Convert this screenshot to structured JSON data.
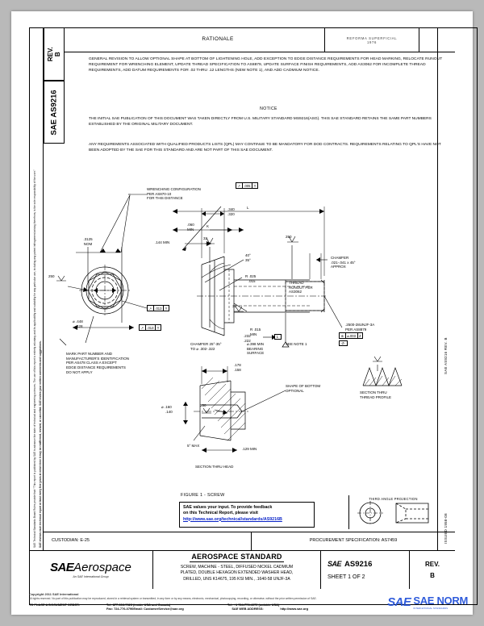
{
  "document": {
    "rev_label": "REV.",
    "rev_value": "B",
    "doc_number_vertical": "SAE AS9216",
    "rationale_heading": "RATIONALE",
    "stamp_line1": "REFORMA SUPERFICIAL",
    "stamp_line2": "1976",
    "rationale_text": "GENERAL REVISION TO ALLOW OPTIONAL SHAPE AT BOTTOM OF LIGHTENING HOLE, ADD EXCEPTION TO EDGE DISTANCE REQUIREMENTS FOR HEAD MARKING, RELOCATE RUNOUT REQUIREMENT FOR WRENCHING ELEMENT, UPDATE THREAD SPECIFICATION TO AS8879, UPDATE SURFACE FINISH REQUIREMENTS, ADD AS3062 FOR INCOMPLETE THREAD REQUIREMENTS, ADD DATUM REQUIREMENTS FOR .02 THRU .12 LENGTHS (NEW NOTE 1), AND ADD CADMIUM NOTICE.",
    "notice_heading": "NOTICE",
    "notice_paragraph_1": "THE INITIAL SAE PUBLICATION OF THIS DOCUMENT WAS TAKEN DIRECTLY FROM U.S. MILITARY STANDARD MS9216(ASG). THIS SAE STANDARD RETAINS THE SAME PART NUMBERS ESTABLISHED BY THE ORIGINAL MILITARY DOCUMENT.",
    "notice_paragraph_2": "ANY REQUIREMENTS ASSOCIATED WITH QUALIFIED PRODUCTS LISTS (QPL) MAY CONTINUE TO BE MANDATORY FOR DOD CONTRACTS. REQUIREMENTS RELATING TO QPL'S HAVE NOT BEEN ADOPTED BY THE SAE FOR THIS STANDARD AND ARE NOT PART OF THIS SAE DOCUMENT."
  },
  "side_legal": {
    "left_line_1": "SAE Technical Standards Board Rules provide that: \"This report is published by SAE to advance the state of technical and engineering sciences. The use of this report is entirely voluntary, and its applicability and suitability for any particular use, including any patent infringement arising therefrom, is the sole responsibility of the user.\"",
    "left_line_2": "SAE reviews each technical report at least every five years at which time it may be reaffirmed, revised, or cancelled. SAE invites your written comments and suggestions.",
    "right_line_1": "SAE AS9216 REV. B",
    "right_line_2": "ISSUED 1958-08"
  },
  "drawing": {
    "figure_caption": "FIGURE 1 - SCREW",
    "labels": {
      "wrenching_note": "WRENCHING CONFIGURATION\nPER AS870-10\nFOR THIS DISTANCE",
      "dia_3125": ".3125\nNOM",
      "surface_250_left": "250",
      "surface_32_top": "32",
      "surface_250_right": "250",
      "surface_32_mid": "32",
      "dim_340_320": ".340\n.320",
      "dim_060_min": ".060\nMIN",
      "dim_144_min": ".144 MIN",
      "dim_K": "K",
      "dim_L": "L",
      "angle_40_35": "40°\n35°",
      "radius_025_015": "R .025\n   .015",
      "thread_runout": "THREAD\nRUNOUT PER\nAS3062",
      "chamfer_right": "CHAMFER\n.021-.041 x 45°\nAPPROX",
      "thread_spec": ".2500-28UNJF-3A\nPER AS8879",
      "datum_z": "-Z-",
      "fcf_pos_z": [
        "⌖",
        "⌀.003",
        "Z"
      ],
      "fcf_runout_y_1": [
        "↗",
        ".013",
        "Y"
      ],
      "fcf_runout_y_2": [
        "↗",
        ".013",
        "Y"
      ],
      "fcf_top_y": [
        "↗",
        ".005",
        "Y"
      ],
      "dim_448_428": "⌀ .448\n   .428",
      "chamfer_left": "CHAMFER 25°-35°\nTO ⌀ .302-.322",
      "radius_r015": "R .015\nMIN",
      "bearing_surface": "⌀.398 MIN\nBEARING\nSURFACE",
      "mark_note": "MARK PART NUMBER AND\nMANUFACTURER'S IDENTIFICATION\nPER AS478 CLASS A EXCEPT\nEDGE DISTANCE REQUIREMENTS\nDO NOT APPLY",
      "see_note_1": "SEE NOTE 1",
      "note_flag_1": "1",
      "dim_232_222": ".232\n.222",
      "dim_178_158": ".178\n.158",
      "shape_of_bottom": "SHAPE OF BOTTOM\nOPTIONAL",
      "dim_160_140": "⌀ .160\n    .140",
      "angle_5_max": "5° MAX",
      "dim_129_min": ".129 MIN",
      "section_thru_head": "SECTION THRU HEAD",
      "section_thru_thread": "SECTION THRU\nTHREAD PROFILE",
      "surface_250_bottom": "250",
      "surface_32_bottom": "32"
    }
  },
  "feedback": {
    "line1": "SAE values your input. To provide feedback",
    "line2": "on this Technical Report, please visit",
    "url": "http://www.sae.org/technical/standards/AS9216B"
  },
  "projection": {
    "title": "THIRD ANGLE PROJECTION"
  },
  "custodian": {
    "label": "CUSTODIAN: E-25",
    "procurement": "PROCUREMENT SPECIFICATION: AS7459"
  },
  "title_block": {
    "logo_sae": "SAE",
    "logo_aerospace": "Aerospace",
    "logo_sub": "An SAE International Group",
    "heading": "AEROSPACE STANDARD",
    "description_line1": "SCREW, MACHINE - STEEL, DIFFUSED NICKEL CADMIUM",
    "description_line2": "PLATED, DOUBLE HEXAGON EXTENDED WASHER HEAD,",
    "description_line3": "DRILLED, UNS K14675, 195 KSI MIN., .1640-58 UNJF-3A",
    "number_prefix": "SAE",
    "number": "AS9216",
    "sheet": "SHEET 1 OF 2",
    "rev_label": "REV.",
    "rev_value": "B"
  },
  "footer": {
    "copyright": "Copyright 2011 SAE International",
    "rights": "All rights reserved. No part of this publication may be reproduced, stored in a retrieval system or transmitted, in any form or by any means, electronic, mechanical, photocopying, recording, or otherwise, without the prior written permission of SAE.",
    "order_label": "TO PLACE A DOCUMENT ORDER:",
    "tel_us": "Tel: 877-606-7323 (inside USA and Canada)",
    "tel_intl": "Tel: +1 724-776-4970 (outside USA)",
    "fax": "Fax: 724-776-0790",
    "email": "Email: CustomerService@sae.org",
    "web_label": "SAE WEB ADDRESS:",
    "web_url": "http://www.sae.org"
  },
  "watermark": {
    "mark": "SAE",
    "name": "SAE NORM",
    "tagline": "INTERNATIONAL STANDARDS"
  },
  "colors": {
    "link": "#0a24c8",
    "watermark": "#1f4fd8",
    "page_bg": "#b9b9b9",
    "sheet_bg": "#ffffff"
  }
}
